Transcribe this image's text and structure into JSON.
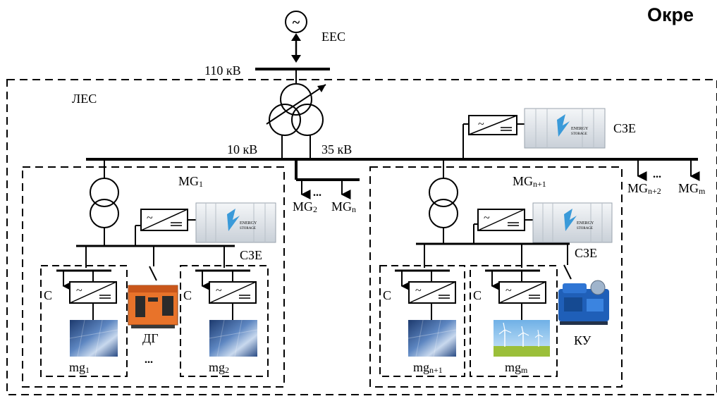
{
  "title_fragment": "Окре",
  "grid": {
    "name": "ЕЕС",
    "symbol": "~"
  },
  "voltages": {
    "hv": "110 кВ",
    "mv10": "10 кВ",
    "mv35": "35 кВ"
  },
  "les_label": "ЛЕС",
  "storage_label": "СЗЕ",
  "storage_brand_line1": "ENERGY",
  "storage_brand_line2": "STORAGE",
  "mg1": {
    "base": "MG",
    "sub": "1"
  },
  "mg2": {
    "base": "MG",
    "sub": "2"
  },
  "mgn": {
    "base": "MG",
    "sub": "n"
  },
  "mgn1": {
    "base": "MG",
    "sub": "n+1"
  },
  "mgn2": {
    "base": "MG",
    "sub": "n+2"
  },
  "mgm": {
    "base": "MG",
    "sub": "m"
  },
  "sub_mg1": {
    "base": "mg",
    "sub": "1"
  },
  "sub_mg2": {
    "base": "mg",
    "sub": "2"
  },
  "sub_mgn1": {
    "base": "mg",
    "sub": "n+1"
  },
  "sub_mgm": {
    "base": "mg",
    "sub": "m"
  },
  "load_label": "С",
  "diesel_label": "ДГ",
  "chp_label": "КУ",
  "ellipsis": "...",
  "ac_symbol": "~",
  "colors": {
    "line": "#000000",
    "diesel": "#e8732a",
    "chp": "#1f5fb8",
    "solar": "#2d4f8a",
    "sky": "#8fc3ea",
    "grass": "#9bbf3a",
    "container": "#e6eaef"
  }
}
